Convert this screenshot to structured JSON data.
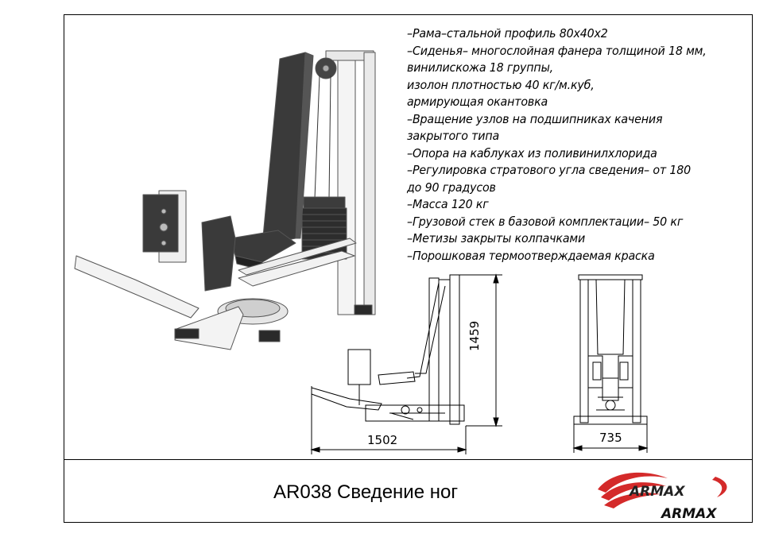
{
  "spec_lines": [
    "–Рама–стальной профиль 80x40x2",
    "–Сиденья– многослойная фанера толщиной 18 мм,",
    "винилискожа 18 группы,",
    "изолон плотностью 40 кг/м.куб,",
    "армирующая окантовка",
    "–Вращение узлов на подшипниках качения",
    "закрытого типа",
    "–Опора на каблуках из поливинилхлорида",
    "–Регулировка стратового угла сведения– от 180",
    "до 90 градусов",
    "–Масса 120 кг",
    "–Грузовой стек в базовой комплектации– 50 кг",
    "–Метизы закрыты колпачками",
    "–Порошковая термоотверждаемая краска"
  ],
  "dimensions": {
    "height": "1459",
    "length": "1502",
    "width": "735"
  },
  "product_title": "AR038 Сведение ног",
  "logo": {
    "text_top": "ARMAX",
    "text_bottom": "ARMAX",
    "accent_color": "#d42a2a"
  },
  "colors": {
    "frame": "#f2f2f2",
    "pad": "#3a3a3a",
    "line": "#000000"
  }
}
